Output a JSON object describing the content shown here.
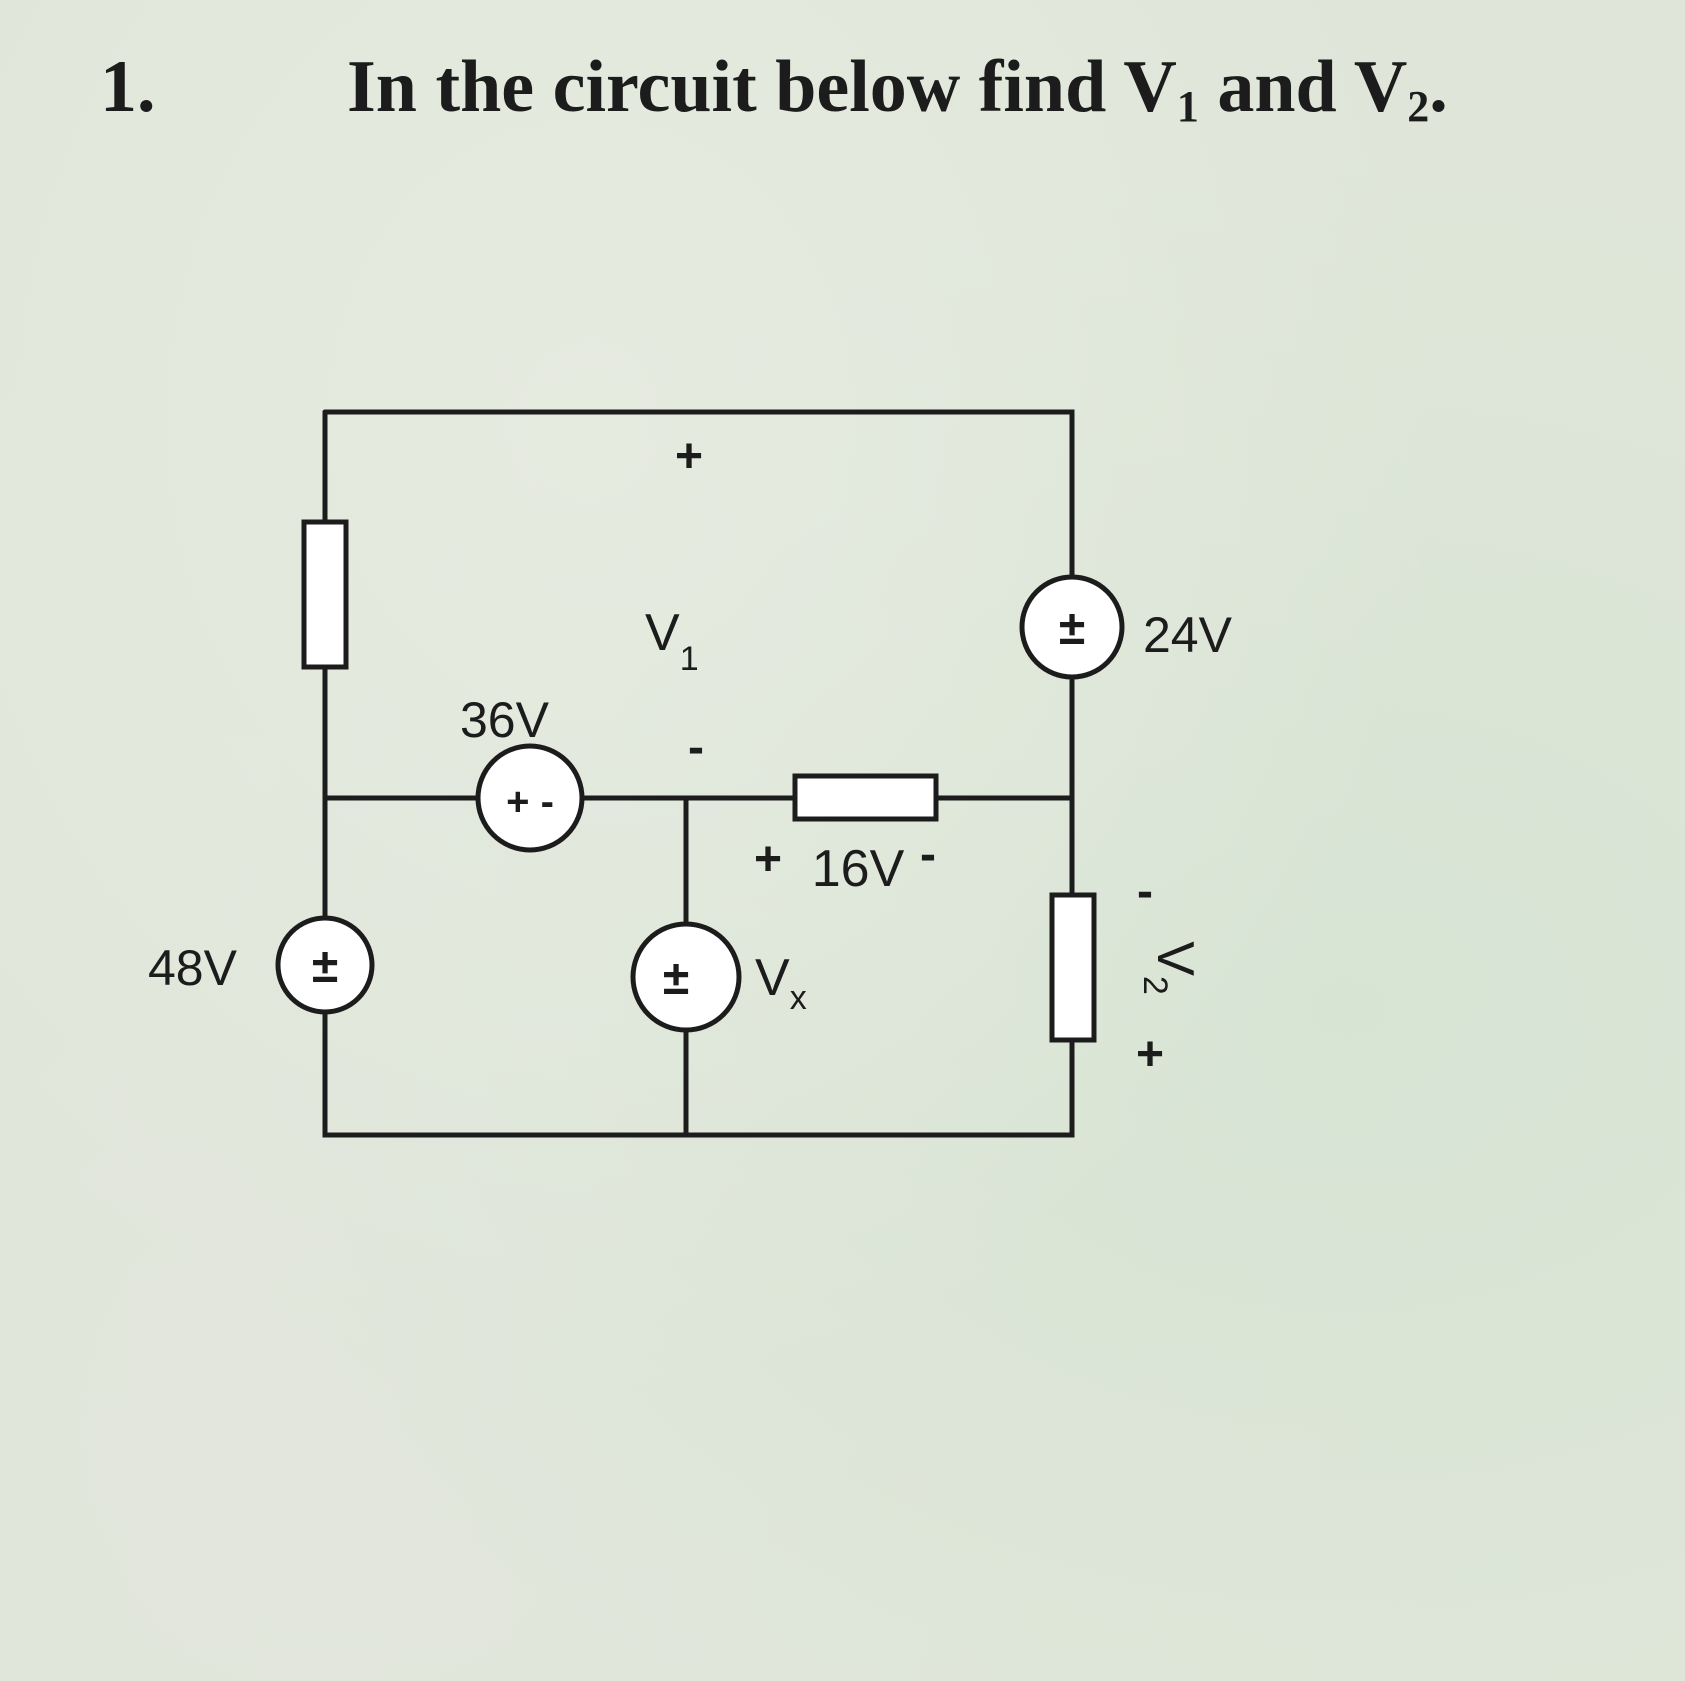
{
  "problem": {
    "number": "1.",
    "text_before": "In the circuit below find ",
    "v1_base": "V",
    "v1_sub": "1",
    "text_middle": " and ",
    "v2_base": "V",
    "v2_sub": "2",
    "text_end": "."
  },
  "circuit": {
    "source_48v": {
      "label": "48V",
      "symbol": "±"
    },
    "source_36v": {
      "label": "36V",
      "symbol": "+ -"
    },
    "source_24v": {
      "label": "24V",
      "symbol": "±"
    },
    "source_vx": {
      "label_base": "V",
      "label_sub": "x",
      "symbol": "±"
    },
    "resistor_16v": {
      "plus": "+",
      "label": "16V",
      "minus": "-"
    },
    "v1": {
      "plus": "+",
      "label_base": "V",
      "label_sub": "1",
      "minus": "-"
    },
    "v2": {
      "minus": "-",
      "label_base": "V",
      "label_sub": "2",
      "plus": "+"
    }
  }
}
